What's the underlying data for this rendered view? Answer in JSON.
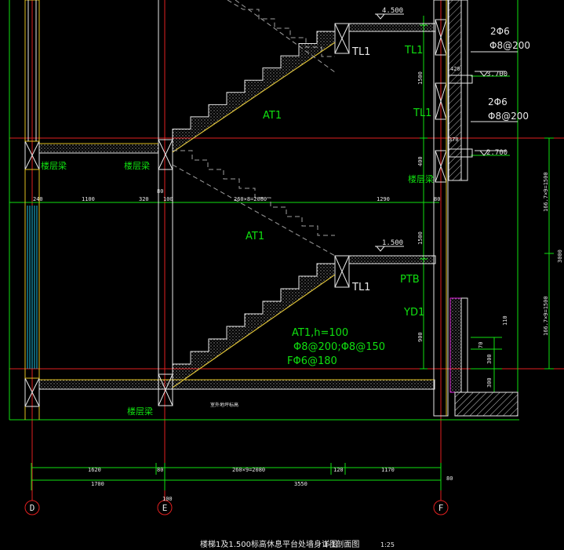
{
  "drawing": {
    "title": "楼梯1及1.500标高休息平台处墙身详图",
    "section": "1-1剖面图",
    "scale": "1:25"
  },
  "colors": {
    "background": "#000000",
    "axis_red": "#e02020",
    "dim_green": "#10e010",
    "concrete_white": "#e8e8e8",
    "cyan_text": "#20e0e0",
    "yellow_edge": "#e0c020",
    "gray_dashed": "#a0a0a0",
    "magenta": "#e020e0"
  },
  "labels": {
    "elev_top": "4.500",
    "elev_1500": "1.500",
    "elev_3700": "3.700",
    "elev_2700": "2.700",
    "tl1_a": "TL1",
    "tl1_b": "TL1",
    "tl1_c": "TL1",
    "tl1_d": "TL1",
    "at1_upper": "AT1",
    "at1_mid": "AT1",
    "at1_spec": "AT1,h=100",
    "at1_rebar": "Φ8@200;Φ8@150",
    "at1_dist": "FΦ6@180",
    "ptb": "PTB",
    "yd1": "YD1",
    "floor_beam_1": "楼层梁",
    "floor_beam_2": "楼层梁",
    "floor_beam_3": "楼层梁",
    "floor_beam_4": "楼层梁",
    "rebar_top_1": "2Φ6",
    "rebar_bot_1": "Φ8@200",
    "rebar_top_2": "2Φ6",
    "rebar_bot_2": "Φ8@200",
    "dim_420": "420",
    "dim_370": "370",
    "ground_note": "室外地坪标高"
  },
  "dims_mid": {
    "d240": "240",
    "d1100": "1100",
    "d320": "320",
    "d80a": "80",
    "d100a": "100",
    "d_steps": "260×8=2080",
    "d1290": "1290",
    "d80b": "80"
  },
  "dims_bottom": {
    "d1620": "1620",
    "d80": "80",
    "d_steps": "260×9=2080",
    "d120": "120",
    "d1170": "1170",
    "d1700": "1700",
    "d3550": "3550",
    "d100": "100",
    "d80r": "80"
  },
  "dims_vertical": {
    "v1500a": "1500",
    "v400": "400",
    "v1500b": "1500",
    "v900": "900",
    "r_upper": "166.7×9=1500",
    "r_total": "3000",
    "r_lower": "166.7×9=1500",
    "r110": "110",
    "r70": "70",
    "r300a": "300",
    "r300b": "300"
  },
  "axes": [
    "D",
    "E",
    "F"
  ]
}
